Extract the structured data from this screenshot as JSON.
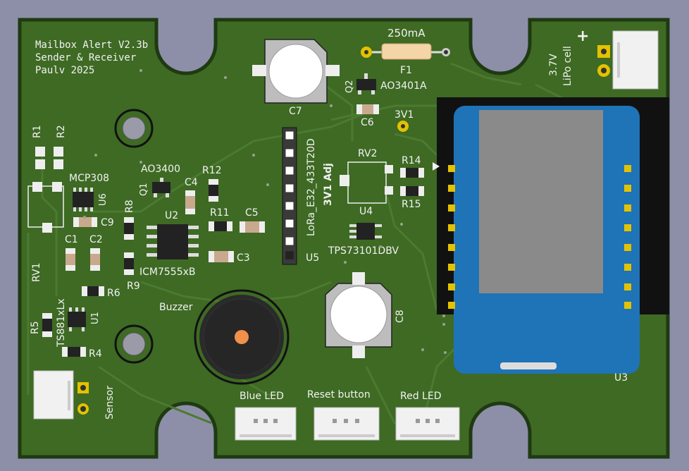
{
  "board": {
    "title_line1": "Mailbox Alert V2.3b",
    "title_line2": "Sender & Receiver",
    "title_line3": "Paulv 2025"
  },
  "labels": {
    "fuse_value": "250mA",
    "fuse_ref": "F1",
    "q2": "Q2",
    "q2_part": "AO3401A",
    "c6": "C6",
    "c7": "C7",
    "tp_3v1": "3V1",
    "rv2": "RV2",
    "r14": "R14",
    "r15": "R15",
    "lora": "LoRa_E32_433T20D",
    "adj": "3V1 Adj",
    "u4": "U4",
    "u4_part": "TPS73101DBV",
    "u5": "U5",
    "r1": "R1",
    "r2": "R2",
    "mcp": "MCP308",
    "u6": "U6",
    "q1_part": "AO3400",
    "q1": "Q1",
    "r12": "R12",
    "c4": "C4",
    "r8": "R8",
    "u2": "U2",
    "r11": "R11",
    "c5": "C5",
    "c9": "C9",
    "c1": "C1",
    "c2": "C2",
    "c3": "C3",
    "icm": "ICM7555xB",
    "r9": "R9",
    "rv1": "RV1",
    "r6": "R6",
    "r5": "R5",
    "ts": "TS881xLx",
    "u1": "U1",
    "r4": "R4",
    "buzzer": "Buzzer",
    "c8": "C8",
    "u3": "U3",
    "sensor": "Sensor",
    "blue_led": "Blue LED",
    "reset_button": "Reset button",
    "red_led": "Red LED",
    "lipo_3v7": "3.7V",
    "lipo_cell": "LiPo cell",
    "plus": "+"
  },
  "colors": {
    "background": "#8d8fa8",
    "board": "#3e6a24",
    "board_edge": "#1f3a12",
    "trace": "#4c7a30",
    "silk": "#f2f2f2",
    "module_blue": "#1f73b7",
    "module_gray": "#8a8a8a",
    "gold": "#e3c200",
    "buzzer": "#2a2a2a",
    "buzzer_dot": "#f0904a"
  }
}
